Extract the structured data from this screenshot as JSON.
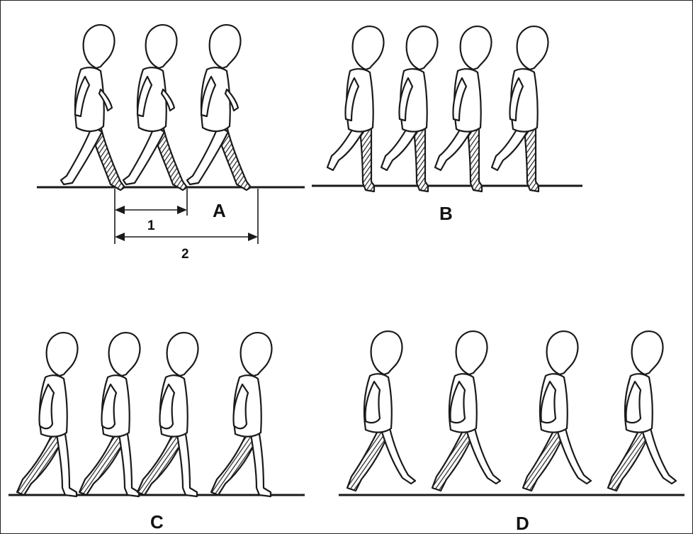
{
  "panels": [
    {
      "id": "A",
      "label": "A"
    },
    {
      "id": "B",
      "label": "B"
    },
    {
      "id": "C",
      "label": "C"
    },
    {
      "id": "D",
      "label": "D"
    }
  ],
  "measurements": {
    "step_label": "1",
    "stride_label": "2"
  }
}
